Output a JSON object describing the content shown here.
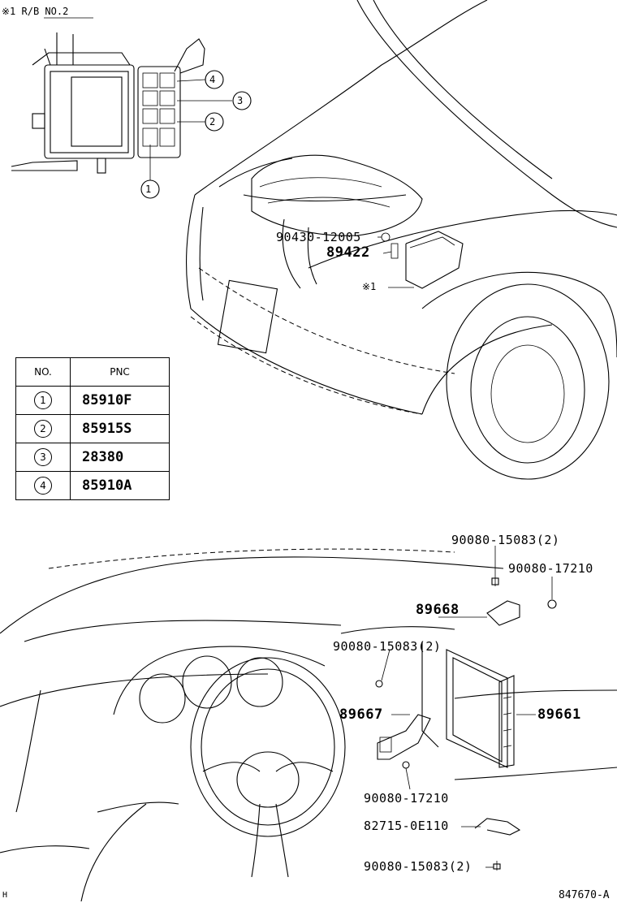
{
  "header_note": "※1 R/B NO.2",
  "callouts_top": [
    {
      "num": "4"
    },
    {
      "num": "3"
    },
    {
      "num": "2"
    },
    {
      "num": "1"
    }
  ],
  "engine_labels": {
    "bolt": "90430-12005",
    "sensor": "89422",
    "relay_ref": "※1"
  },
  "table": {
    "header_no": "NO.",
    "header_pnc": "PNC",
    "rows": [
      {
        "no": "1",
        "pnc": "85910F"
      },
      {
        "no": "2",
        "pnc": "85915S"
      },
      {
        "no": "3",
        "pnc": "28380"
      },
      {
        "no": "4",
        "pnc": "85910A"
      }
    ]
  },
  "dash_labels": {
    "p1": "90080-15083(2)",
    "p2": "90080-17210",
    "p3": "89668",
    "p4": "90080-15083(2)",
    "p5": "89667",
    "p6": "89661",
    "p7": "90080-17210",
    "p8": "82715-0E110",
    "p9": "90080-15083(2)"
  },
  "footer": {
    "left_mark": "H",
    "code": "847670-A"
  }
}
